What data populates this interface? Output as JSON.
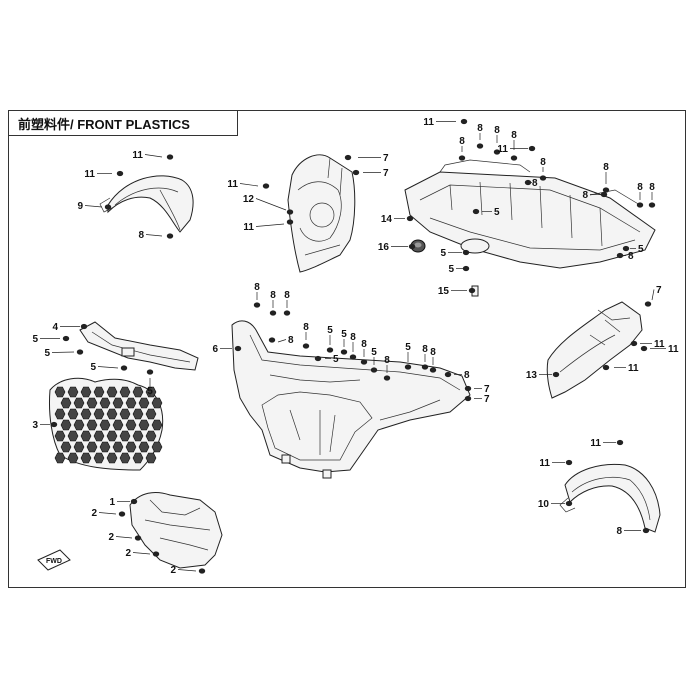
{
  "title": "前塑料件/ FRONT PLASTICS",
  "direction_label": "FWD",
  "callouts": [
    {
      "label": "11"
    },
    {
      "label": "11"
    },
    {
      "label": "9"
    },
    {
      "label": "8"
    },
    {
      "label": "7"
    },
    {
      "label": "7"
    },
    {
      "label": "11"
    },
    {
      "label": "12"
    },
    {
      "label": "11"
    },
    {
      "label": "11"
    },
    {
      "label": "8"
    },
    {
      "label": "8"
    },
    {
      "label": "8"
    },
    {
      "label": "11"
    },
    {
      "label": "8"
    },
    {
      "label": "8"
    },
    {
      "label": "8"
    },
    {
      "label": "8"
    },
    {
      "label": "5"
    },
    {
      "label": "8"
    },
    {
      "label": "8"
    },
    {
      "label": "8"
    },
    {
      "label": "14"
    },
    {
      "label": "16"
    },
    {
      "label": "5"
    },
    {
      "label": "5"
    },
    {
      "label": "8"
    },
    {
      "label": "5"
    },
    {
      "label": "15"
    },
    {
      "label": "4"
    },
    {
      "label": "5"
    },
    {
      "label": "5"
    },
    {
      "label": "5"
    },
    {
      "label": "5"
    },
    {
      "label": "8"
    },
    {
      "label": "8"
    },
    {
      "label": "8"
    },
    {
      "label": "6"
    },
    {
      "label": "8"
    },
    {
      "label": "8"
    },
    {
      "label": "5"
    },
    {
      "label": "5"
    },
    {
      "label": "8"
    },
    {
      "label": "5"
    },
    {
      "label": "5"
    },
    {
      "label": "8"
    },
    {
      "label": "8"
    },
    {
      "label": "5"
    },
    {
      "label": "8"
    },
    {
      "label": "8"
    },
    {
      "label": "8"
    },
    {
      "label": "7"
    },
    {
      "label": "7"
    },
    {
      "label": "3"
    },
    {
      "label": "7"
    },
    {
      "label": "11"
    },
    {
      "label": "11"
    },
    {
      "label": "13"
    },
    {
      "label": "11"
    },
    {
      "label": "1"
    },
    {
      "label": "2"
    },
    {
      "label": "2"
    },
    {
      "label": "2"
    },
    {
      "label": "2"
    },
    {
      "label": "11"
    },
    {
      "label": "11"
    },
    {
      "label": "10"
    },
    {
      "label": "8"
    }
  ]
}
